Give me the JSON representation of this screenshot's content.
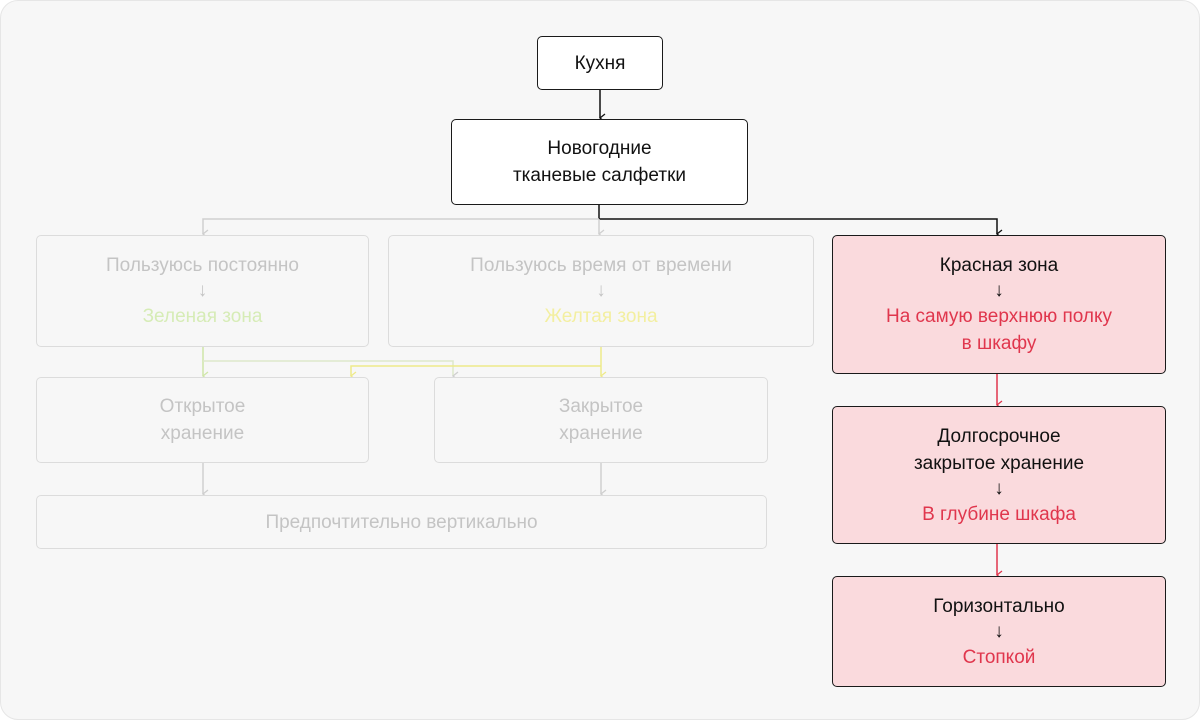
{
  "colors": {
    "background": "#f7f7f7",
    "active_border": "#1a1a1a",
    "faded_border": "#dcdcdc",
    "faded_text": "#c4c4c4",
    "red_fill": "#fadadd",
    "red_text": "#e0364d",
    "green_text": "#d6ecb6",
    "yellow_text": "#f3efa0"
  },
  "arrow": "↓",
  "root": {
    "label": "Кухня"
  },
  "category": {
    "label": "Новогодние\nтканевые салфетки"
  },
  "zones": {
    "green": {
      "usage": "Пользуюсь постоянно",
      "zone": "Зеленая зона"
    },
    "yellow": {
      "usage": "Пользуюсь время от времени",
      "zone": "Желтая зона"
    },
    "red": {
      "usage": "Красная зона",
      "place": "На самую верхнюю полку\nв шкафу"
    }
  },
  "storage": {
    "open": "Открытое\nхранение",
    "closed": "Закрытое\nхранение",
    "orientation": "Предпочтительно вертикально"
  },
  "red_branch": {
    "storage": "Долгосрочное\nзакрытое хранение",
    "storage_place": "В глубине шкафа",
    "orientation": "Горизонтально",
    "orientation_detail": "Стопкой"
  }
}
